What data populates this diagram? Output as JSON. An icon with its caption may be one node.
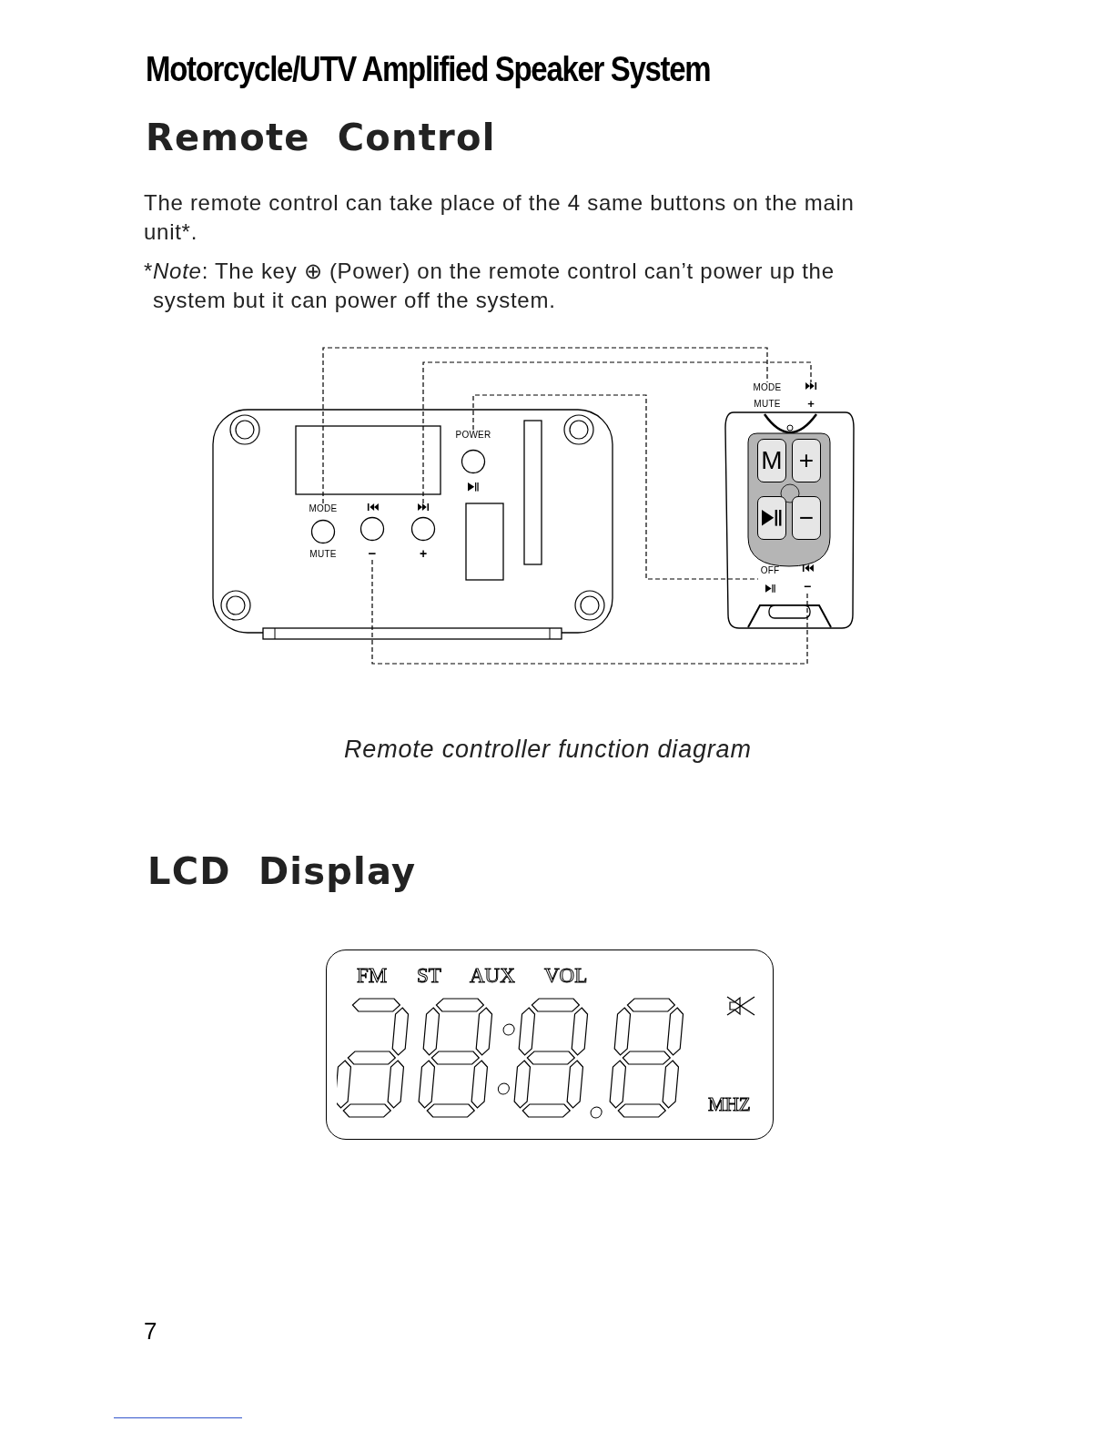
{
  "diagram": {
    "title": "Motorcycle/UTV Amplified Speaker System",
    "caption": "Remote controller function diagram",
    "nodes": [
      {
        "text": [
          "MODE",
          "MUTE"
        ]
      },
      {
        "text": [
          "−"
        ]
      },
      {
        "text": [
          "+"
        ]
      },
      {
        "text": [
          "POWER"
        ]
      },
      {
        "text": [
          "MODE",
          "MUTE"
        ]
      },
      {
        "text": [
          "+"
        ]
      },
      {
        "text": [
          "OFF"
        ]
      },
      {
        "text": [
          "−"
        ]
      }
    ],
    "edges": [
      {
        "from": 0,
        "to": 4,
        "arrow": "none",
        "style": "dashed"
      },
      {
        "from": 2,
        "to": 5,
        "arrow": "none",
        "style": "dashed"
      },
      {
        "from": 3,
        "to": 6,
        "arrow": "none",
        "style": "dashed"
      },
      {
        "from": 1,
        "to": 7,
        "arrow": "none",
        "style": "dashed"
      }
    ],
    "labels": [
      "Remote  Control",
      "The remote control can take place of the 4 same buttons on the main unit*.",
      "*",
      "*Note*: The key ⊕ (Power) on the remote control can’t power up the system but it can power off the system.",
      "M",
      "+",
      "−",
      "LCD  Display",
      "FM",
      "ST",
      "AUX",
      "VOL",
      "MHZ",
      "7"
    ]
  }
}
